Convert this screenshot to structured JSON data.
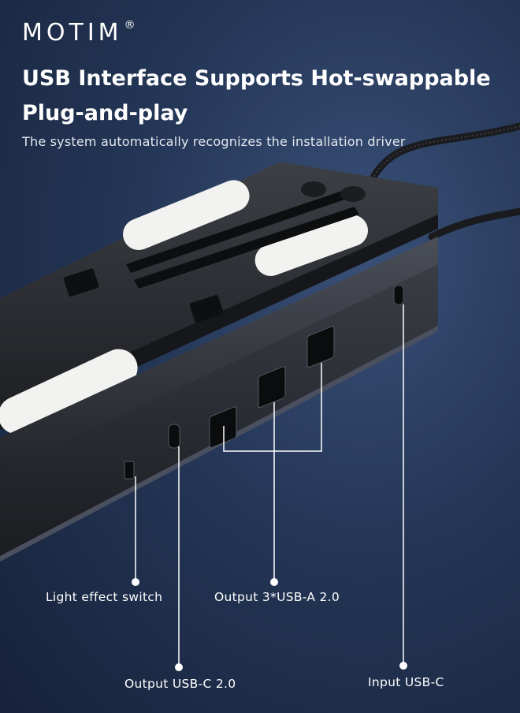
{
  "brand": {
    "name": "MOTIM",
    "registered": "®"
  },
  "headline": {
    "line1": "USB Interface Supports Hot-swappable",
    "line2": "Plug-and-play"
  },
  "subline": "The system automatically recognizes the installation driver",
  "callouts": {
    "light_switch": "Light effect switch",
    "usb_a": "Output 3*USB-A 2.0",
    "usb_c_out": "Output USB-C 2.0",
    "usb_c_in": "Input USB-C"
  },
  "colors": {
    "background_top": "#3a5078",
    "background_bottom": "#16223a",
    "device_body": "#2b2e33",
    "pad_white": "#f2f2f0"
  }
}
